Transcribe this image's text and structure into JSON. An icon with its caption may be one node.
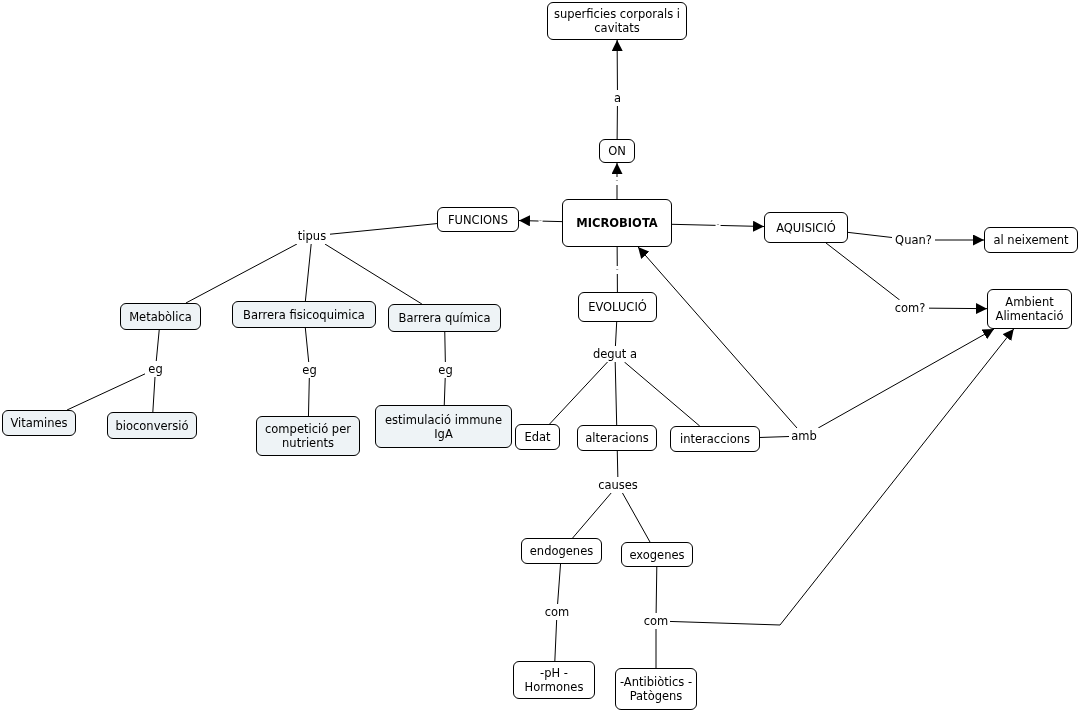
{
  "diagram": {
    "nodes": [
      {
        "text": [
          "superficies corporals i cavitats"
        ]
      },
      {
        "text": [
          "a"
        ]
      },
      {
        "text": [
          "ON"
        ]
      },
      {
        "text": [
          "MICROBIOTA"
        ]
      },
      {
        "text": [
          "FUNCIONS"
        ]
      },
      {
        "text": [
          "AQUISICIÓ"
        ]
      },
      {
        "text": [
          "Quan?"
        ]
      },
      {
        "text": [
          "al neixement"
        ]
      },
      {
        "text": [
          "com?"
        ]
      },
      {
        "text": [
          "Ambient Alimentació"
        ]
      },
      {
        "text": [
          "tipus"
        ]
      },
      {
        "text": [
          "Metabòlica"
        ]
      },
      {
        "text": [
          "Barrera fisicoquimica"
        ]
      },
      {
        "text": [
          "Barrera química"
        ]
      },
      {
        "text": [
          "eg"
        ]
      },
      {
        "text": [
          "eg"
        ]
      },
      {
        "text": [
          "eg"
        ]
      },
      {
        "text": [
          "Vitamines"
        ]
      },
      {
        "text": [
          "bioconversió"
        ]
      },
      {
        "text": [
          "competició per nutrients"
        ]
      },
      {
        "text": [
          "estimulació immune IgA"
        ]
      },
      {
        "text": [
          "EVOLUCIÓ"
        ]
      },
      {
        "text": [
          "degut a"
        ]
      },
      {
        "text": [
          "Edat"
        ]
      },
      {
        "text": [
          "alteracions"
        ]
      },
      {
        "text": [
          "interaccions"
        ]
      },
      {
        "text": [
          "amb"
        ]
      },
      {
        "text": [
          "causes"
        ]
      },
      {
        "text": [
          "endogenes"
        ]
      },
      {
        "text": [
          "exogenes"
        ]
      },
      {
        "text": [
          "com"
        ]
      },
      {
        "text": [
          "com"
        ]
      },
      {
        "text": [
          "-pH -Hormones"
        ]
      },
      {
        "text": [
          "-Antibiòtics -Patògens"
        ]
      }
    ],
    "edges": [
      {
        "from": 3,
        "to": 2,
        "arrow": "to",
        "label": "-"
      },
      {
        "from": 2,
        "to": 1,
        "arrow": "none"
      },
      {
        "from": 1,
        "to": 0,
        "arrow": "to"
      },
      {
        "from": 3,
        "to": 4,
        "arrow": "to",
        "label": "-"
      },
      {
        "from": 3,
        "to": 5,
        "arrow": "to",
        "label": "-"
      },
      {
        "from": 3,
        "to": 21,
        "arrow": "none",
        "label": "-"
      },
      {
        "from": 5,
        "to": 6,
        "arrow": "none"
      },
      {
        "from": 6,
        "to": 7,
        "arrow": "to"
      },
      {
        "from": 5,
        "to": 8,
        "arrow": "none"
      },
      {
        "from": 8,
        "to": 9,
        "arrow": "to"
      },
      {
        "from": 4,
        "to": 10,
        "arrow": "none"
      },
      {
        "from": 10,
        "to": 11,
        "arrow": "none"
      },
      {
        "from": 10,
        "to": 12,
        "arrow": "none"
      },
      {
        "from": 10,
        "to": 13,
        "arrow": "none"
      },
      {
        "from": 11,
        "to": 14,
        "arrow": "none"
      },
      {
        "from": 14,
        "to": 17,
        "arrow": "none"
      },
      {
        "from": 14,
        "to": 18,
        "arrow": "none"
      },
      {
        "from": 12,
        "to": 15,
        "arrow": "none"
      },
      {
        "from": 15,
        "to": 19,
        "arrow": "none"
      },
      {
        "from": 13,
        "to": 16,
        "arrow": "none"
      },
      {
        "from": 16,
        "to": 20,
        "arrow": "none"
      },
      {
        "from": 21,
        "to": 22,
        "arrow": "none"
      },
      {
        "from": 22,
        "to": 23,
        "arrow": "none"
      },
      {
        "from": 22,
        "to": 24,
        "arrow": "none"
      },
      {
        "from": 22,
        "to": 25,
        "arrow": "none"
      },
      {
        "from": 25,
        "to": 26,
        "arrow": "none"
      },
      {
        "from": 26,
        "to": 3,
        "arrow": "to"
      },
      {
        "from": 26,
        "to": 9,
        "arrow": "to"
      },
      {
        "from": 24,
        "to": 27,
        "arrow": "none"
      },
      {
        "from": 27,
        "to": 28,
        "arrow": "none"
      },
      {
        "from": 27,
        "to": 29,
        "arrow": "none"
      },
      {
        "from": 28,
        "to": 30,
        "arrow": "none"
      },
      {
        "from": 30,
        "to": 32,
        "arrow": "none"
      },
      {
        "from": 29,
        "to": 31,
        "arrow": "none"
      },
      {
        "from": 31,
        "to": 33,
        "arrow": "none"
      },
      {
        "from": 31,
        "to": 9,
        "arrow": "to"
      }
    ]
  }
}
